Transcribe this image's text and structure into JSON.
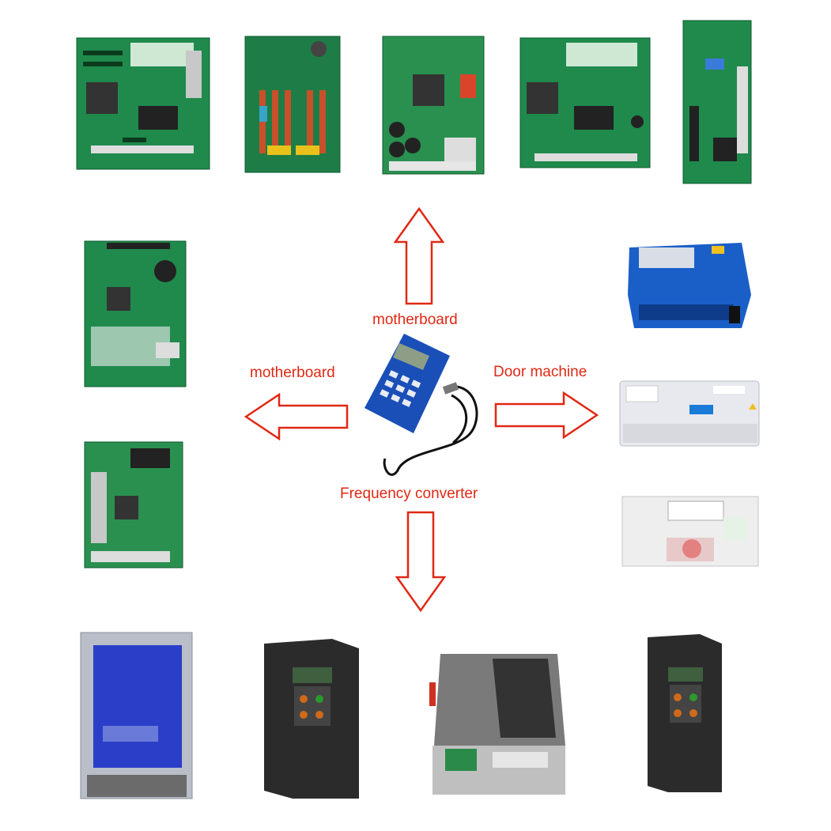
{
  "labels": {
    "up": "motherboard",
    "left": "motherboard",
    "right": "Door machine",
    "down": "Frequency converter"
  },
  "colors": {
    "accent": "#e02814",
    "pcb_green": "#1f8a4c",
    "device_blue": "#1a4fb8",
    "drive_dark": "#2b2b2b"
  }
}
